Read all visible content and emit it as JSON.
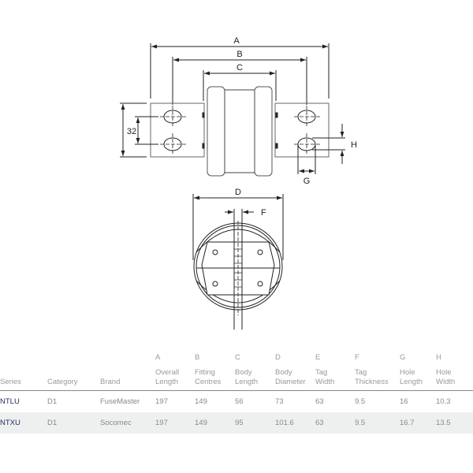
{
  "drawing": {
    "dimension_labels": {
      "A": "A",
      "B": "B",
      "C": "C",
      "D": "D",
      "F": "F",
      "G": "G",
      "H": "H",
      "hole_spacing": "32"
    },
    "line_color": "#222222",
    "body_stroke": "#555555"
  },
  "table": {
    "letters": [
      "",
      "",
      "",
      "A",
      "B",
      "C",
      "D",
      "E",
      "F",
      "G",
      "H"
    ],
    "headers": [
      [
        "Series"
      ],
      [
        "Category"
      ],
      [
        "Brand"
      ],
      [
        "Overall",
        "Length"
      ],
      [
        "Fitting",
        "Centres"
      ],
      [
        "Body",
        "Length"
      ],
      [
        "Body",
        "Diameter"
      ],
      [
        "Tag",
        "Width"
      ],
      [
        "Tag",
        "Thickness"
      ],
      [
        "Hole",
        "Length"
      ],
      [
        "Hole",
        "Width"
      ]
    ],
    "rows": [
      [
        "NTLU",
        "D1",
        "FuseMaster",
        "197",
        "149",
        "56",
        "73",
        "63",
        "9.5",
        "16",
        "10.3"
      ],
      [
        "NTXU",
        "D1",
        "Socomec",
        "197",
        "149",
        "95",
        "101.6",
        "63",
        "9.5",
        "16.7",
        "13.5"
      ]
    ],
    "series_color": "#1f2d5c",
    "alt_row_color": "#eef0f0"
  }
}
